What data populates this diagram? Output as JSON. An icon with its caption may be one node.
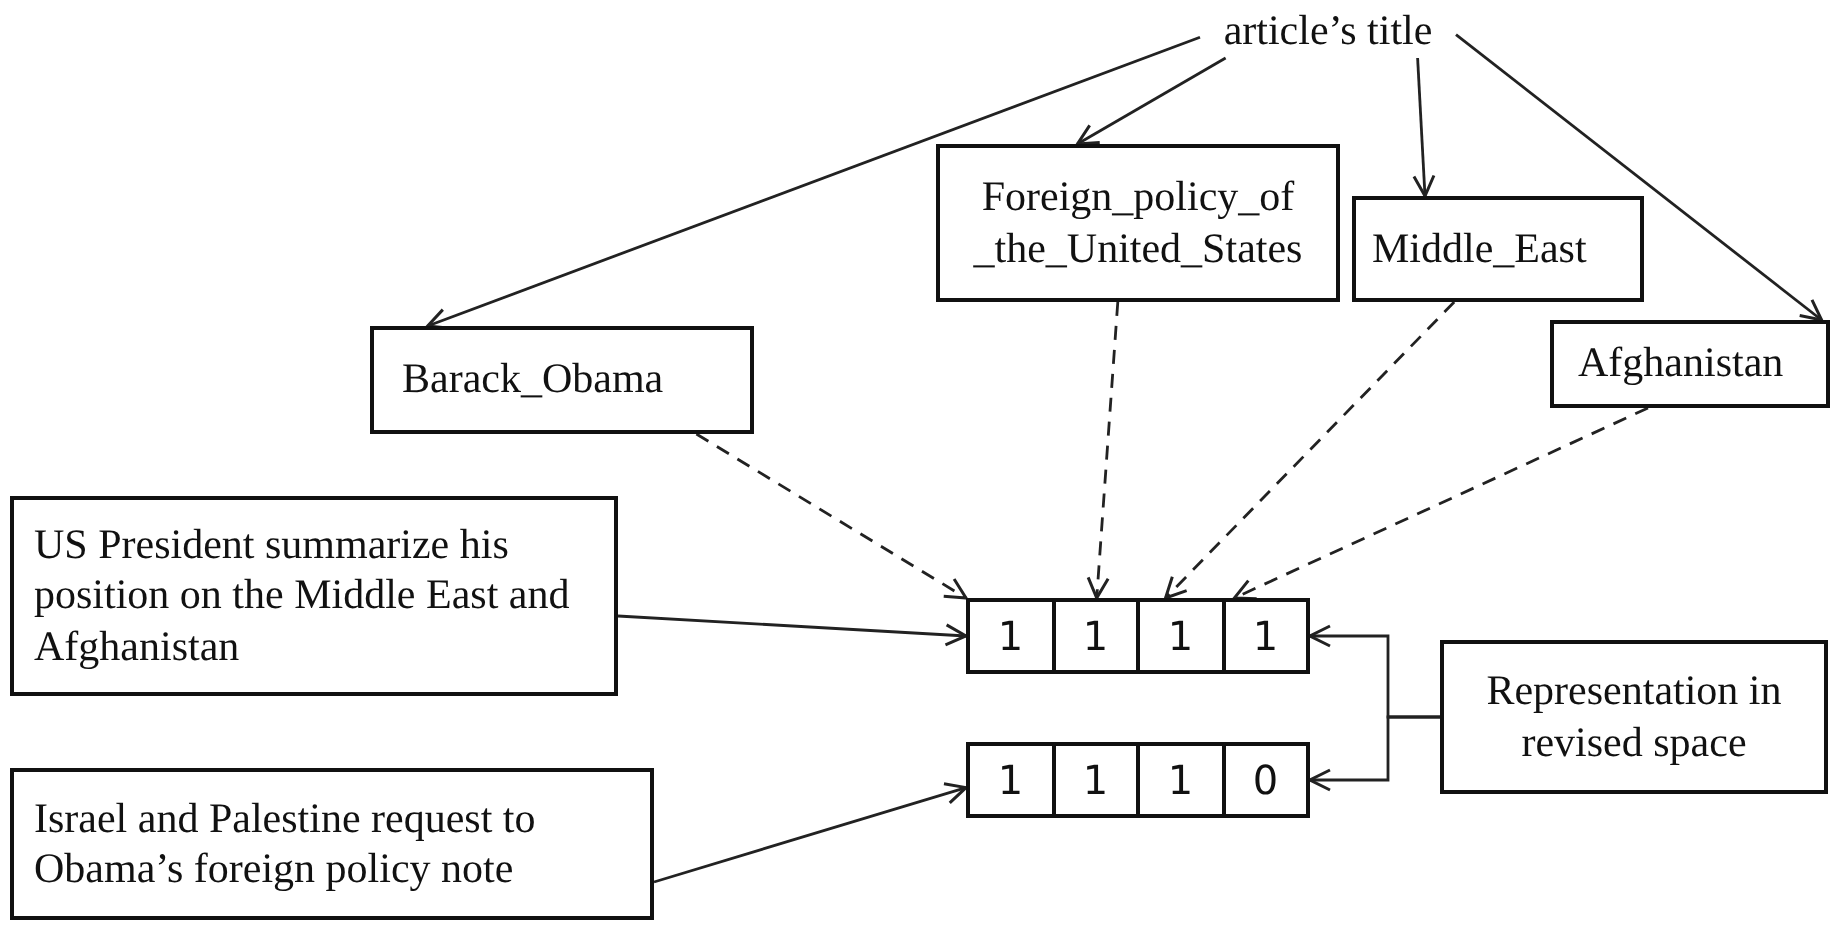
{
  "diagram": {
    "nodes": [
      {
        "text": [
          "article’s title"
        ]
      },
      {
        "text": [
          "Barack_Obama"
        ]
      },
      {
        "text": [
          "Foreign_policy_of _the_United_States"
        ]
      },
      {
        "text": [
          "Middle_East"
        ]
      },
      {
        "text": [
          "Afghanistan"
        ]
      },
      {
        "text": [
          "US President summarize his position on the Middle East and Afghanistan"
        ]
      },
      {
        "text": [
          "Israel and Palestine request to Obama’s foreign policy note"
        ]
      },
      {
        "text": [
          "1",
          "1",
          "1",
          "1"
        ]
      },
      {
        "text": [
          "1",
          "1",
          "1",
          "0"
        ]
      },
      {
        "text": [
          "Representation in revised space"
        ]
      }
    ],
    "edges": [
      {
        "from": 0,
        "to": 1,
        "arrow": "to"
      },
      {
        "from": 0,
        "to": 2,
        "arrow": "to"
      },
      {
        "from": 0,
        "to": 3,
        "arrow": "to"
      },
      {
        "from": 0,
        "to": 4,
        "arrow": "to"
      },
      {
        "from": 1,
        "to": 7,
        "arrow": "to",
        "style": "dashed"
      },
      {
        "from": 2,
        "to": 7,
        "arrow": "to",
        "style": "dashed"
      },
      {
        "from": 3,
        "to": 7,
        "arrow": "to",
        "style": "dashed"
      },
      {
        "from": 4,
        "to": 7,
        "arrow": "to",
        "style": "dashed"
      },
      {
        "from": 5,
        "to": 7,
        "arrow": "to"
      },
      {
        "from": 6,
        "to": 8,
        "arrow": "to"
      },
      {
        "from": 9,
        "to": 7,
        "arrow": "to"
      },
      {
        "from": 9,
        "to": 8,
        "arrow": "to"
      }
    ]
  }
}
